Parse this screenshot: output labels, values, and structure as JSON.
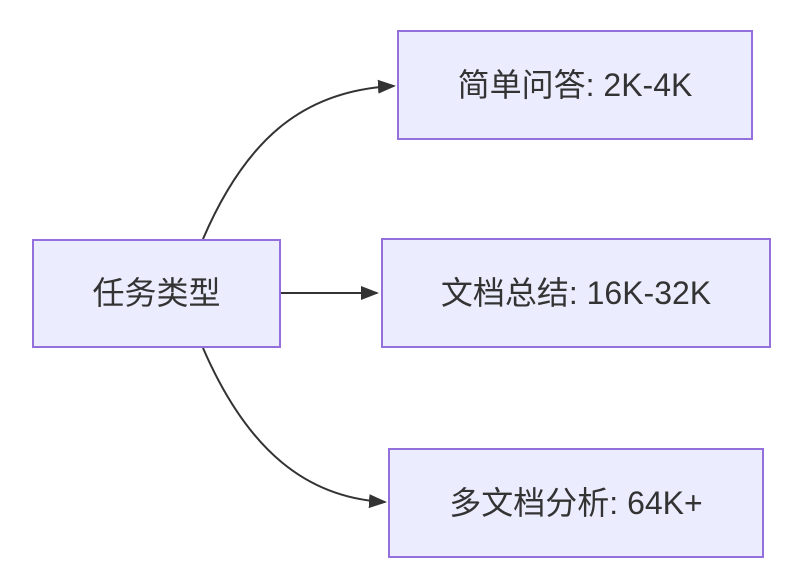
{
  "diagram": {
    "type": "flowchart-left-to-right",
    "root": {
      "label": "任务类型"
    },
    "branches": [
      {
        "label": "简单问答: 2K-4K"
      },
      {
        "label": "文档总结: 16K-32K"
      },
      {
        "label": "多文档分析: 64K+"
      }
    ],
    "colors": {
      "background": "#FFFFFF",
      "node_fill": "#ECECFF",
      "node_border": "#9370DB",
      "edge": "#333333",
      "text": "#333333"
    }
  }
}
